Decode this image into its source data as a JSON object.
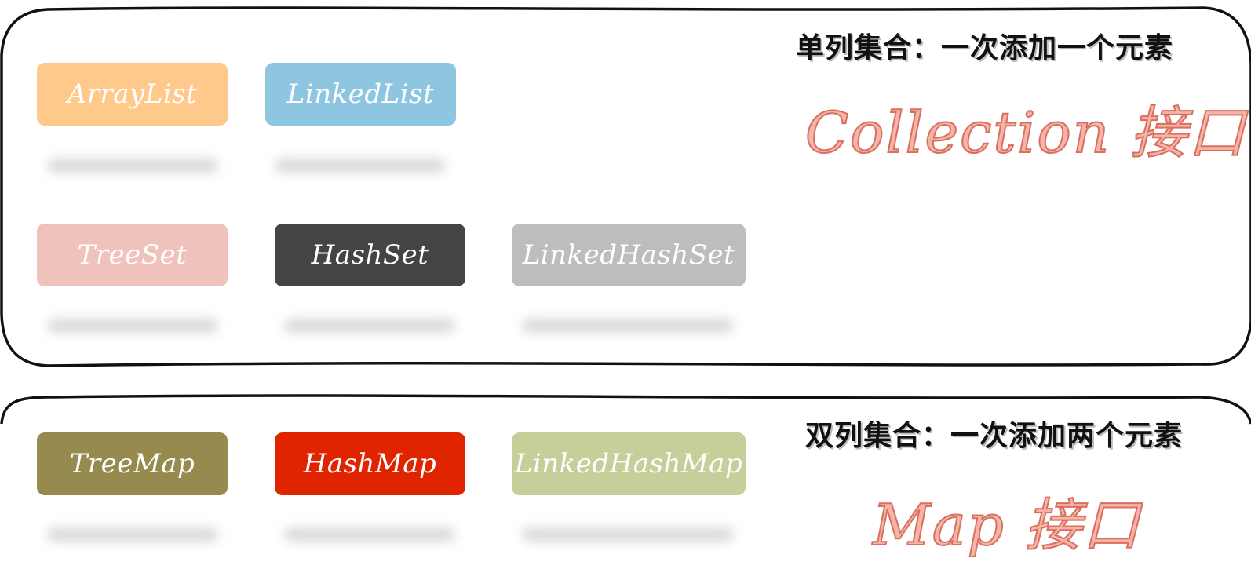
{
  "collection_group": {
    "heading": "单列集合：一次添加一个元素",
    "interface_label": "Collection 接口",
    "chips": [
      {
        "label": "ArrayList",
        "color": "#FFC98C"
      },
      {
        "label": "LinkedList",
        "color": "#8EC6E2"
      },
      {
        "label": "TreeSet",
        "color": "#EFC3BB"
      },
      {
        "label": "HashSet",
        "color": "#444444"
      },
      {
        "label": "LinkedHashSet",
        "color": "#BDBDBD"
      }
    ]
  },
  "map_group": {
    "heading": "双列集合：一次添加两个元素",
    "interface_label": "Map 接口",
    "chips": [
      {
        "label": "TreeMap",
        "color": "#978A4E"
      },
      {
        "label": "HashMap",
        "color": "#E02400"
      },
      {
        "label": "LinkedHashMap",
        "color": "#C4CF99"
      }
    ]
  },
  "colors": {
    "frame_stroke": "#111111",
    "interface_fill": "#F6B3A8",
    "interface_stroke": "#D8705F"
  }
}
